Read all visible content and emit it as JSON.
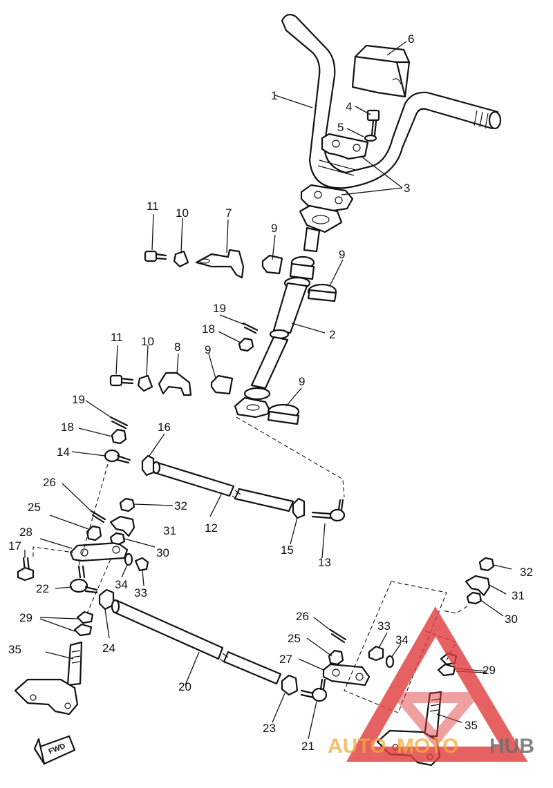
{
  "diagram": {
    "labels": {
      "n1": "1",
      "n2": "2",
      "n3": "3",
      "n4": "4",
      "n5": "5",
      "n6": "6",
      "n7": "7",
      "n8": "8",
      "n9": "9",
      "n10": "10",
      "n11": "11",
      "n12": "12",
      "n13": "13",
      "n14": "14",
      "n15": "15",
      "n16": "16",
      "n17": "17",
      "n18": "18",
      "n19": "19",
      "n20": "20",
      "n21": "21",
      "n22": "22",
      "n23": "23",
      "n24": "24",
      "n25": "25",
      "n26": "26",
      "n27": "27",
      "n28": "28",
      "n29": "29",
      "n30": "30",
      "n31": "31",
      "n32": "32",
      "n33": "33",
      "n34": "34",
      "n35": "35"
    },
    "fwd_marker": "FWD"
  },
  "watermark": {
    "text_a": "AUTO",
    "text_b": "MOTO",
    "text_c": "HUB",
    "colors": {
      "orange": "#f2a93b",
      "red": "#e03a3a",
      "gray": "#6d6d6d"
    }
  }
}
